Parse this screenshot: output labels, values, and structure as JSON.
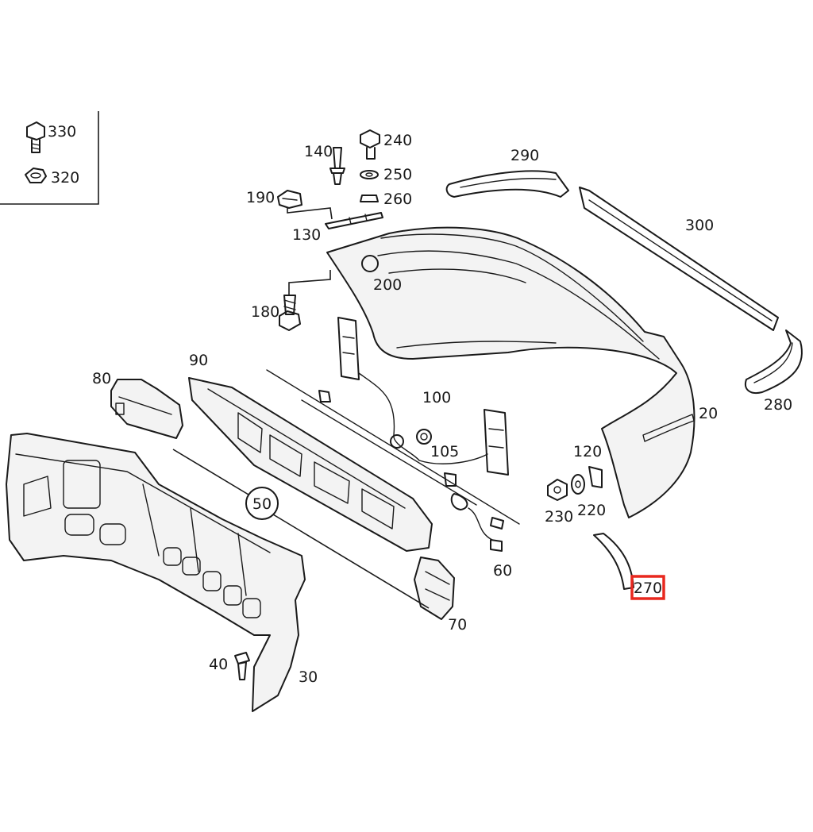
{
  "diagram": {
    "callouts": {
      "p330": "330",
      "p320": "320",
      "p140": "140",
      "p240": "240",
      "p250": "250",
      "p260": "260",
      "p190": "190",
      "p130": "130",
      "p290": "290",
      "p300": "300",
      "p200": "200",
      "p180": "180",
      "p100": "100",
      "p105": "105",
      "p90": "90",
      "p80": "80",
      "p50": "50",
      "p20": "20",
      "p280": "280",
      "p120": "120",
      "p230": "230",
      "p220": "220",
      "p60": "60",
      "p270": "270",
      "p70": "70",
      "p40": "40",
      "p30": "30"
    },
    "highlighted_part": "270",
    "highlight_color": "#e8281f"
  }
}
